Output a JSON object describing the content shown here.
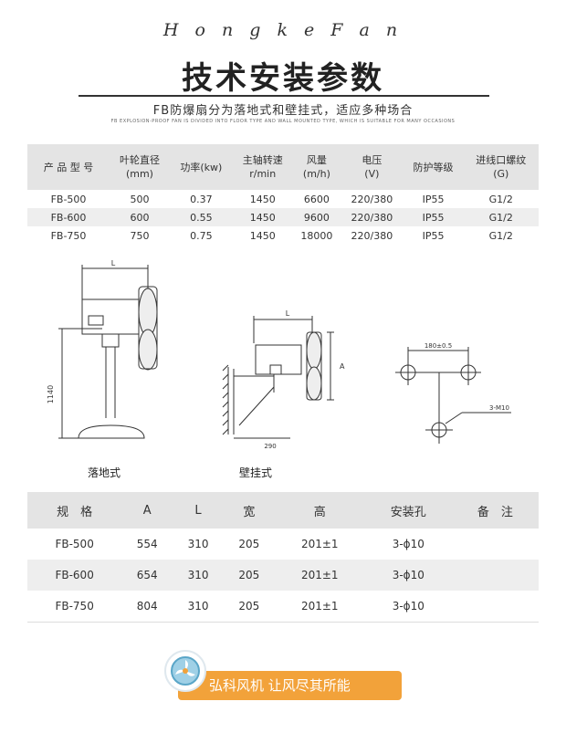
{
  "header": {
    "brand": "H o n g k e  F a n",
    "title": "技术安装参数",
    "subtitle": "FB防爆扇分为落地式和壁挂式，适应多种场合",
    "subtitle_en": "FB EXPLOSION-PROOF FAN IS DIVIDED INTO FLOOR TYPE AND WALL MOUNTED TYPE, WHICH IS SUITABLE FOR MANY OCCASIONS"
  },
  "spec_table": {
    "headers": [
      {
        "line1": "产 品 型 号",
        "line2": ""
      },
      {
        "line1": "叶轮直径",
        "line2": "(mm)"
      },
      {
        "line1": "功率(kw)",
        "line2": ""
      },
      {
        "line1": "主轴转速",
        "line2": "r/min"
      },
      {
        "line1": "风量",
        "line2": "(m/h)"
      },
      {
        "line1": "电压",
        "line2": "(V)"
      },
      {
        "line1": "防护等级",
        "line2": ""
      },
      {
        "line1": "进线口螺纹",
        "line2": "(G)"
      }
    ],
    "rows": [
      [
        "FB-500",
        "500",
        "0.37",
        "1450",
        "6600",
        "220/380",
        "IP55",
        "G1/2"
      ],
      [
        "FB-600",
        "600",
        "0.55",
        "1450",
        "9600",
        "220/380",
        "IP55",
        "G1/2"
      ],
      [
        "FB-750",
        "750",
        "0.75",
        "1450",
        "18000",
        "220/380",
        "IP55",
        "G1/2"
      ]
    ]
  },
  "diagrams": {
    "floor_caption": "落地式",
    "wall_caption": "壁挂式",
    "floor_L": "L",
    "floor_height": "1140",
    "wall_L": "L",
    "wall_A": "A",
    "wall_290": "290",
    "hole_spacing": "180±0.5",
    "hole_label": "3-M10"
  },
  "dim_table": {
    "headers": [
      "规　格",
      "A",
      "L",
      "宽",
      "高",
      "安装孔",
      "备　注"
    ],
    "rows": [
      [
        "FB-500",
        "554",
        "310",
        "205",
        "201±1",
        "3-ϕ10",
        ""
      ],
      [
        "FB-600",
        "654",
        "310",
        "205",
        "201±1",
        "3-ϕ10",
        ""
      ],
      [
        "FB-750",
        "804",
        "310",
        "205",
        "201±1",
        "3-ϕ10",
        ""
      ]
    ]
  },
  "footer": {
    "slogan": "弘科风机  让风尽其所能"
  }
}
